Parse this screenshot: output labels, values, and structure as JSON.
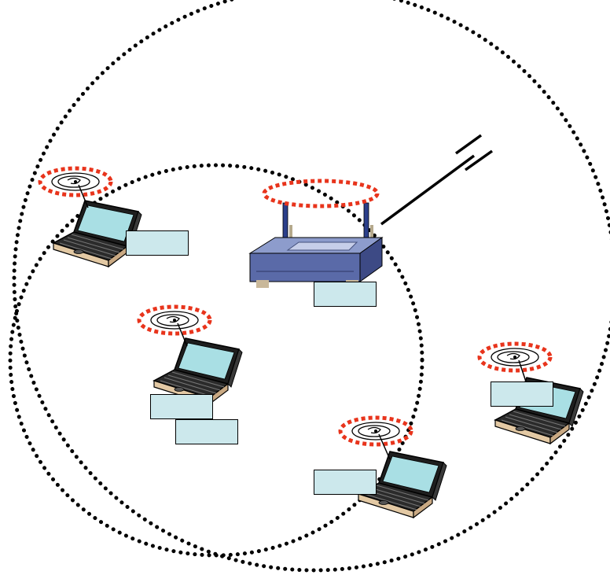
{
  "diagram": {
    "colors": {
      "coverage_ring": "#000000",
      "signal_ring": "#e8341c",
      "label_fill": "#cce8ec",
      "screen": "#a9dfe4",
      "router_body": "#5a6aa8",
      "router_top": "#8d9ccc"
    },
    "coverage_areas": [
      {
        "name": "access-point-coverage"
      },
      {
        "name": "laptop-coverage"
      }
    ],
    "nodes": [
      {
        "name": "access-point",
        "icon": "wireless-router-icon",
        "label": ""
      },
      {
        "name": "laptop-top-left",
        "icon": "laptop-icon",
        "label": ""
      },
      {
        "name": "laptop-center-left",
        "icon": "laptop-icon",
        "labels": [
          "",
          ""
        ]
      },
      {
        "name": "laptop-bottom-center",
        "icon": "laptop-icon",
        "label": ""
      },
      {
        "name": "laptop-right",
        "icon": "laptop-icon",
        "label": ""
      }
    ],
    "wired_link": {
      "name": "wired-uplink",
      "icon": "cable-break-icon"
    }
  }
}
